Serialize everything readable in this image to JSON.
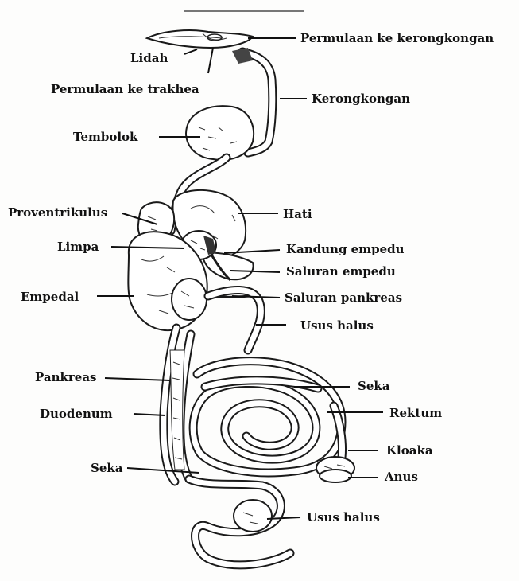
{
  "labels": {
    "permulaan_kerongkongan": "Permulaan ke kerongkongan",
    "lidah": "Lidah",
    "permulaan_trakhea": "Permulaan ke trakhea",
    "kerongkongan": "Kerongkongan",
    "tembolok": "Tembolok",
    "proventrikulus": "Proventrikulus",
    "hati": "Hati",
    "limpa": "Limpa",
    "kandung_empedu": "Kandung empedu",
    "saluran_empedu": "Saluran empedu",
    "empedal": "Empedal",
    "saluran_pankreas": "Saluran pankreas",
    "usus_halus_1": "Usus halus",
    "pankreas": "Pankreas",
    "seka_right": "Seka",
    "duodenum": "Duodenum",
    "rektum": "Rektum",
    "kloaka": "Kloaka",
    "seka_left": "Seka",
    "anus": "Anus",
    "usus_halus_2": "Usus halus"
  }
}
